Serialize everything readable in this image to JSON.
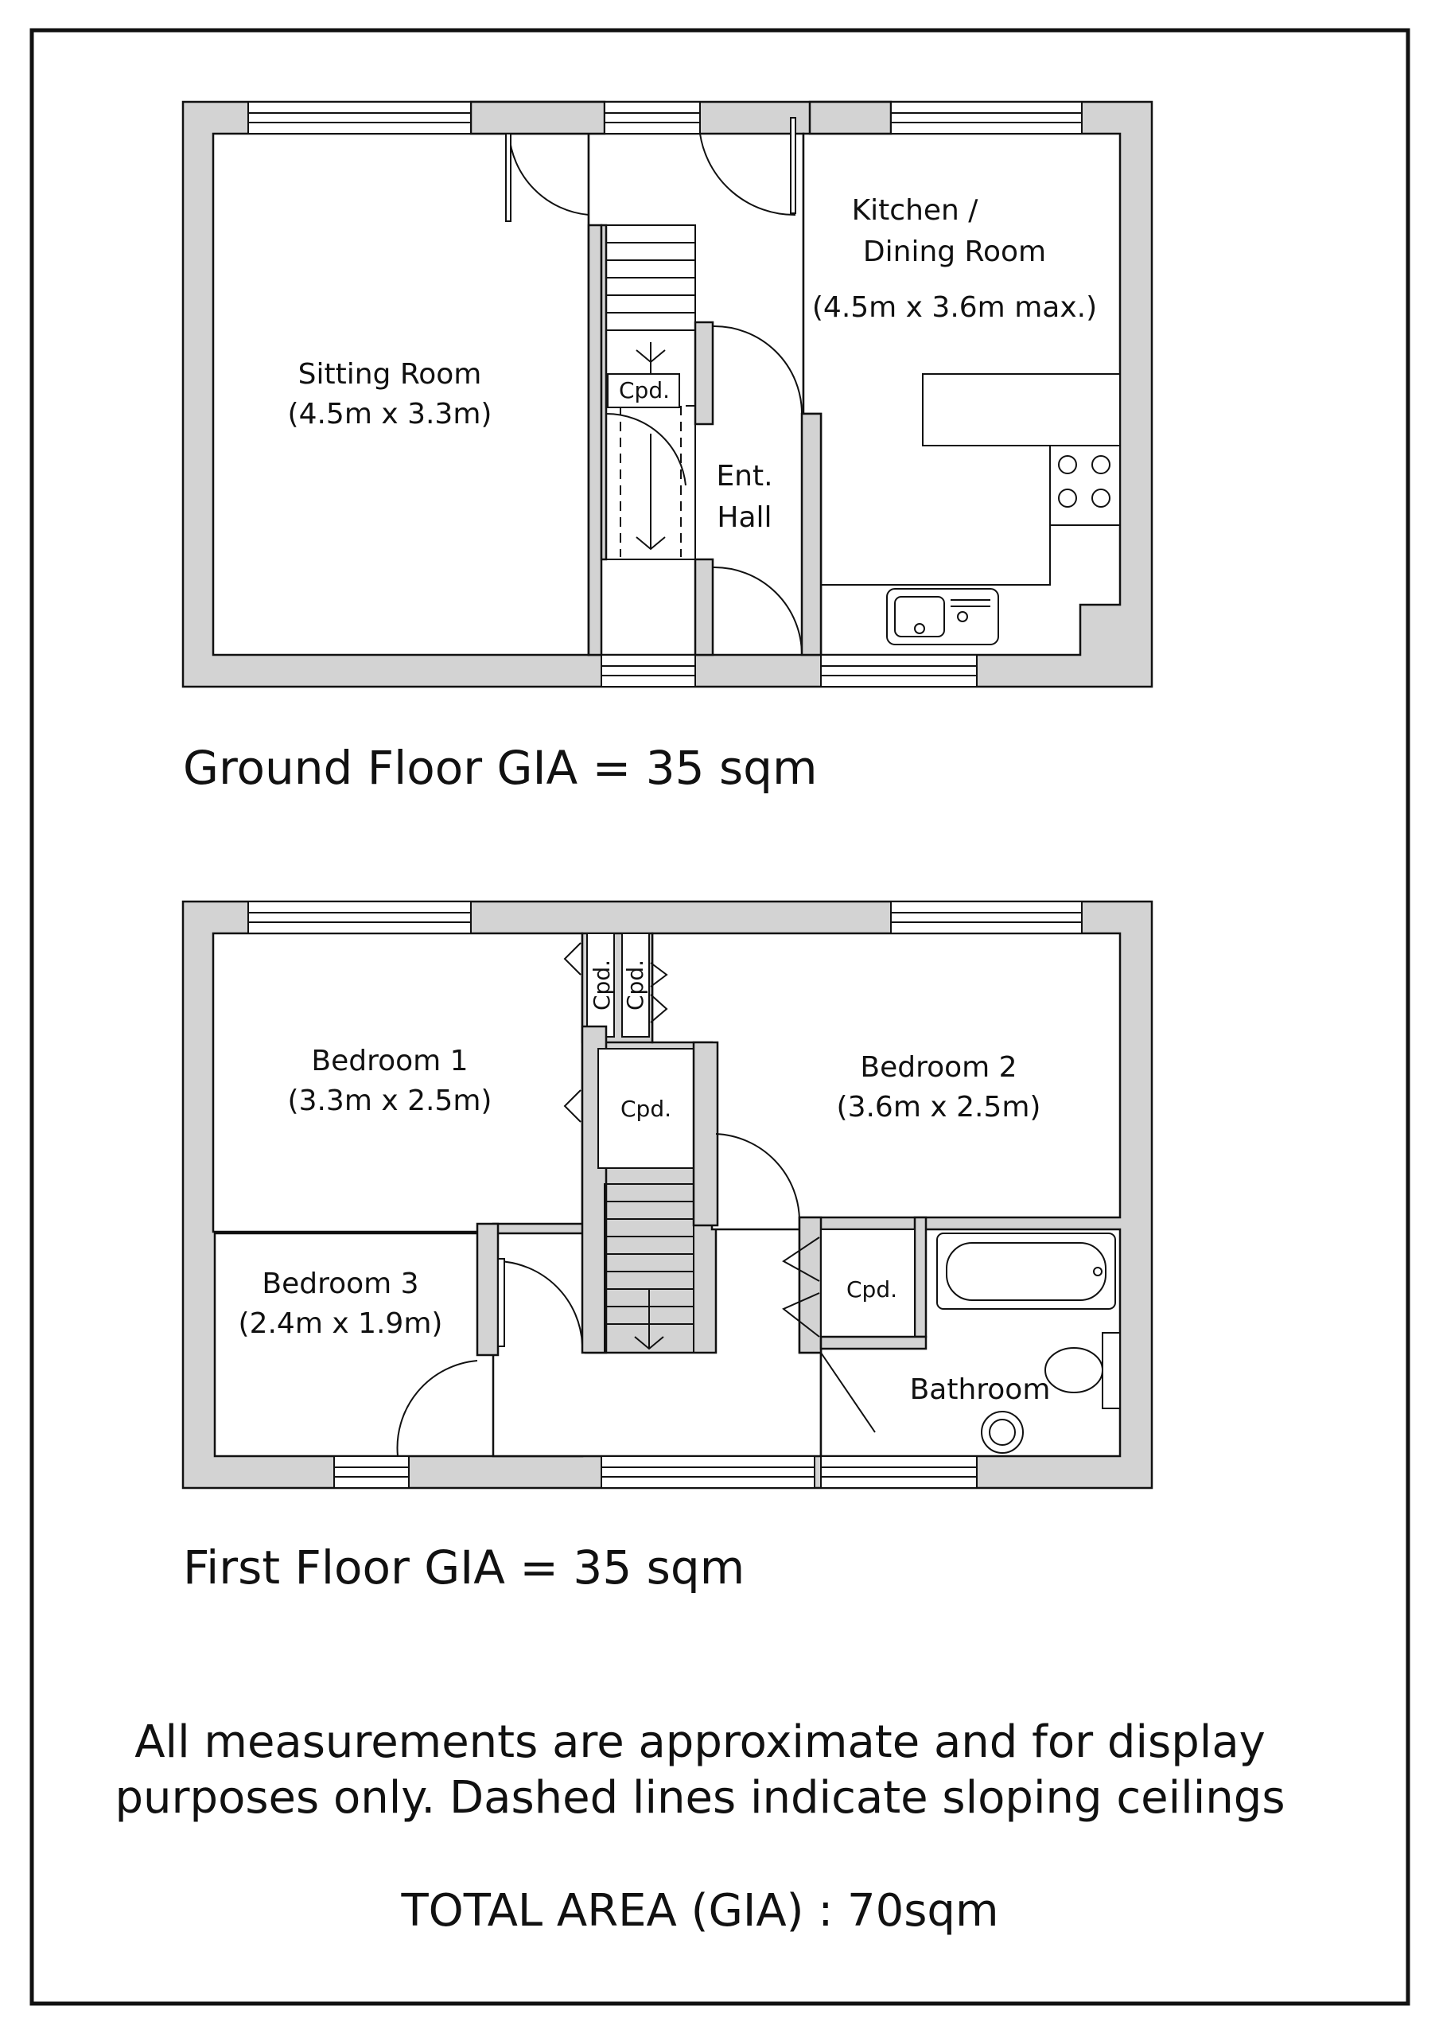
{
  "ground_floor": {
    "caption": "Ground Floor GIA = 35 sqm",
    "rooms": {
      "sitting_room": {
        "name": "Sitting Room",
        "size": "(4.5m x 3.3m)"
      },
      "kitchen": {
        "name_line1": "Kitchen /",
        "name_line2": "Dining Room",
        "size": "(4.5m x 3.6m max.)"
      },
      "hall": {
        "name_line1": "Ent.",
        "name_line2": "Hall"
      },
      "cupboard": {
        "name": "Cpd."
      }
    }
  },
  "first_floor": {
    "caption": "First Floor GIA = 35 sqm",
    "rooms": {
      "bedroom1": {
        "name": "Bedroom 1",
        "size": "(3.3m x 2.5m)"
      },
      "bedroom2": {
        "name": "Bedroom 2",
        "size": "(3.6m x 2.5m)"
      },
      "bedroom3": {
        "name": "Bedroom 3",
        "size": "(2.4m x 1.9m)"
      },
      "bathroom": {
        "name": "Bathroom"
      },
      "cupboard_a": {
        "name": "Cpd."
      },
      "cupboard_b": {
        "name": "Cpd."
      },
      "cupboard_c": {
        "name": "Cpd."
      },
      "cupboard_d": {
        "name": "Cpd."
      }
    }
  },
  "notes": {
    "line1": "All  measurements are approximate and for display",
    "line2": "purposes only. Dashed lines indicate sloping ceilings",
    "total_area": "TOTAL AREA (GIA) : 70sqm"
  }
}
